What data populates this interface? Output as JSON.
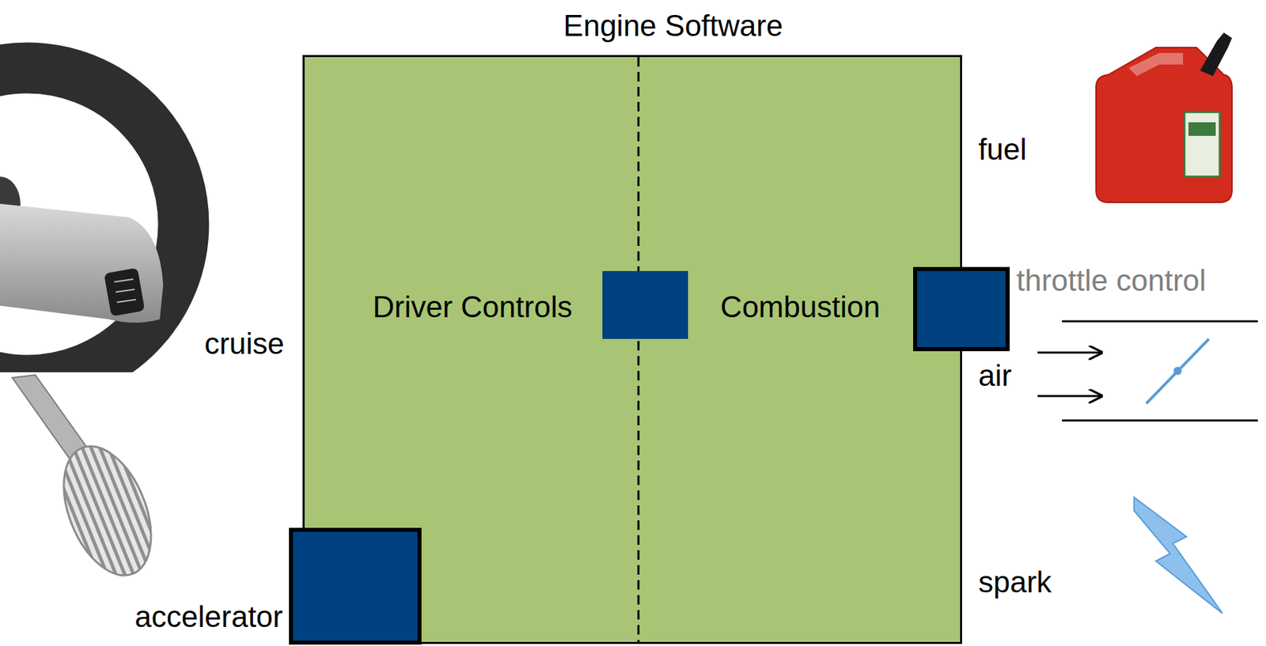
{
  "diagram": {
    "nodes": [
      {
        "text": [
          "Engine Software"
        ]
      },
      {
        "text": [
          "Driver Controls"
        ],
        "in": 0
      },
      {
        "text": [
          "Combustion"
        ],
        "in": 0
      }
    ],
    "labels": [
      "cruise",
      "accelerator",
      "fuel",
      "throttle control",
      "air",
      "spark"
    ]
  }
}
